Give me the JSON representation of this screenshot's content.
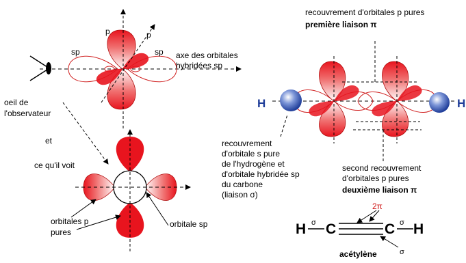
{
  "labels": {
    "p_left": "p",
    "p_right": "p",
    "sp_left": "sp",
    "sp_right": "sp",
    "axis_sp_1": "axe des orbitales",
    "axis_sp_2": "hybridées sp",
    "observer_1": "oeil de",
    "observer_2": "l'observateur",
    "et": "et",
    "sees": "ce qu'il voit",
    "pure_p_1": "orbitales p",
    "pure_p_2": "pures",
    "orbitale_sp": "orbitale sp",
    "H_left": "H",
    "H_right": "H",
    "overlap_top_1": "recouvrement d'orbitales p pures",
    "overlap_top_2": "première liaison π",
    "overlap_s_1": "recouvrement",
    "overlap_s_2": "d'orbitale s pure",
    "overlap_s_3": "de l'hydrogène et",
    "overlap_s_4": "d'orbitale hybridée sp",
    "overlap_s_5": "du carbone",
    "overlap_s_6": "(liaison σ)",
    "second_1": "second recouvrement",
    "second_2": "d'orbitales p pures",
    "second_3": "deuxième liaison π",
    "formula": {
      "H1": "H",
      "sigma1": "σ",
      "C1": "C",
      "two_pi": "2π",
      "C2": "C",
      "sigma2": "σ",
      "H2": "H",
      "sigma_bottom": "σ"
    },
    "acetylene": "acétylène"
  },
  "colors": {
    "lobe_red": "#e8141e",
    "sp_outline": "#d02020",
    "h_blue": "#1f3d99",
    "formula_red": "#d01818"
  }
}
